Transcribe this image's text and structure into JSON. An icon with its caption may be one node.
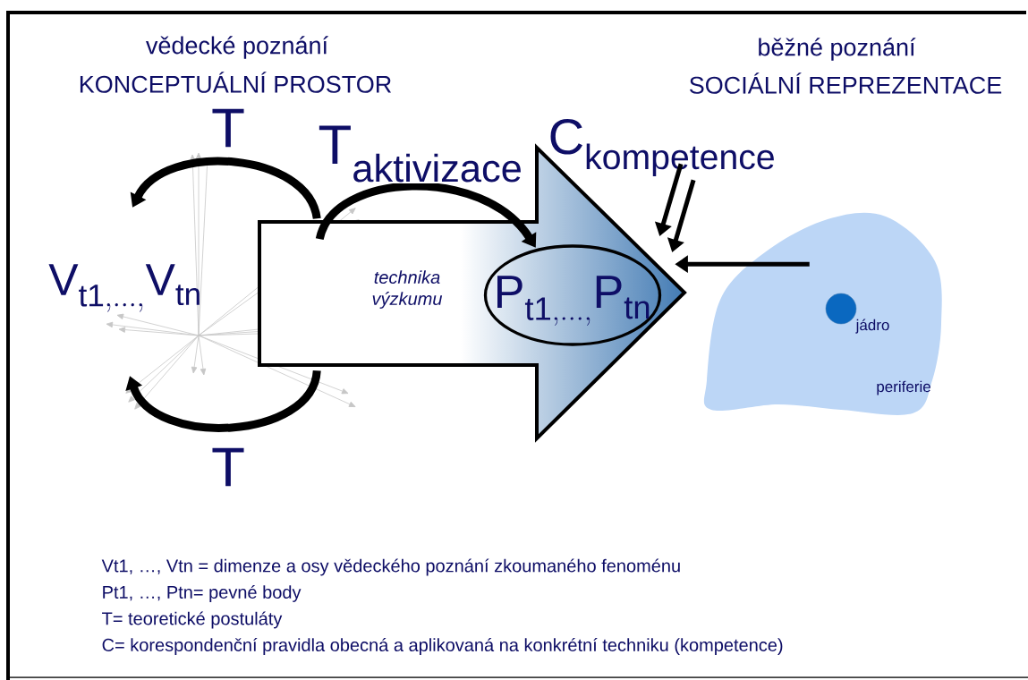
{
  "diagram": {
    "nodes": [
      {
        "text": [
          "technika výzkumu"
        ]
      },
      {
        "text": [
          "\\mathrm{P}_{\\mathrm{t1},\\ldots,}\\mathrm{P}_{\\mathrm{tn}}"
        ],
        "in": 0
      },
      {
        "text": [
          "periferie"
        ]
      },
      {
        "text": [],
        "shape": "circle",
        "in": 2,
        "beside": [
          "jádro"
        ]
      },
      {
        "text": [
          "\\mathrm{C}_{\\mathrm{kompetence}}"
        ]
      }
    ],
    "edges": [
      {
        "from": 0,
        "to": null,
        "arrow": "to",
        "label": "T",
        "style": "thick"
      },
      {
        "from": 0,
        "to": 1,
        "arrow": "to",
        "label": "\\mathrm{T}_{\\mathrm{aktivizace}}",
        "style": "thick"
      },
      {
        "from": 4,
        "to": 0,
        "arrow": "to"
      },
      {
        "from": 4,
        "to": 0,
        "arrow": "to"
      },
      {
        "from": 2,
        "to": 0,
        "arrow": "to"
      },
      {
        "from": 0,
        "to": null,
        "arrow": "to",
        "label": "T",
        "style": "thick"
      }
    ],
    "labels": [
      "vědecké poznání",
      "KONCEPTUÁLNÍ PROSTOR",
      "běžné poznání",
      "SOCIÁLNÍ REPREZENTACE",
      "\\mathrm{V}_{\\mathrm{t1},\\ldots,}\\mathrm{V}_{\\mathrm{tn}}",
      "Vt1, …, Vtn = dimenze a osy vědeckého poznání zkoumaného fenoménu",
      "Pt1, …, Ptn= pevné body",
      "T= teoretické postuláty",
      "C= korespondenční pravidla obecná a aplikovaná na konkrétní techniku (kompetence)"
    ]
  }
}
